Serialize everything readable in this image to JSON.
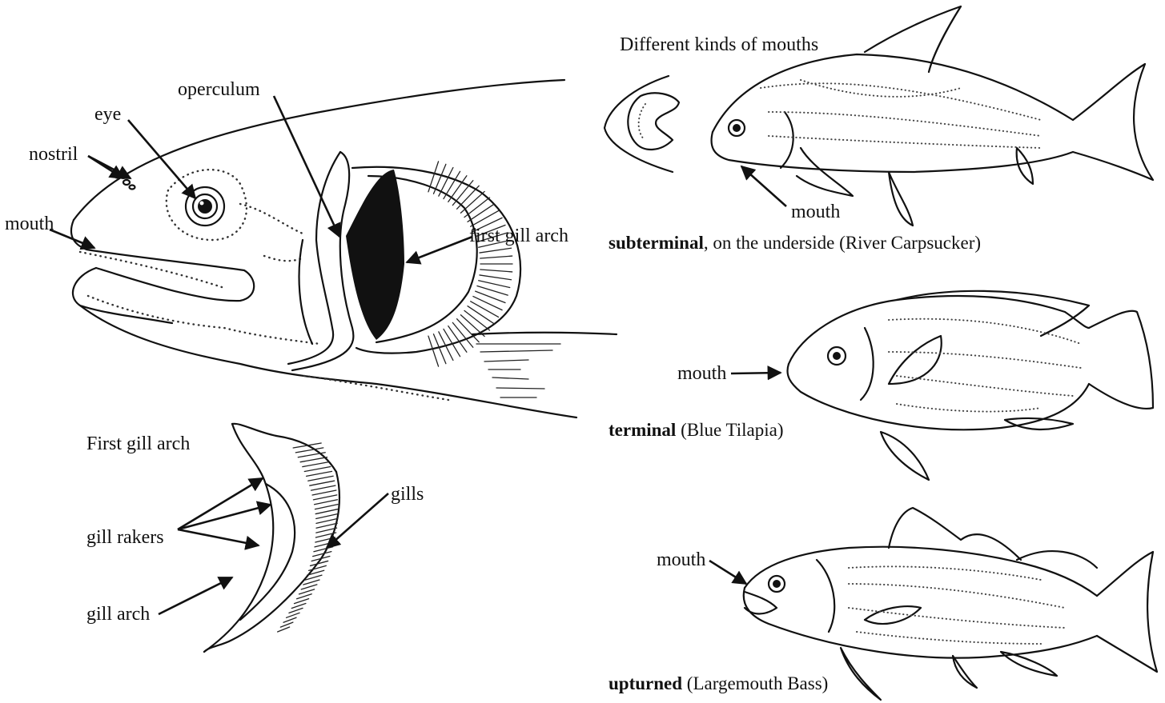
{
  "head_labels": {
    "mouth": "mouth",
    "nostril": "nostril",
    "eye": "eye",
    "operculum": "operculum",
    "first_gill_arch": "first gill arch"
  },
  "gill_arch_labels": {
    "title": "First gill arch",
    "gill_rakers": "gill rakers",
    "gills": "gills",
    "gill_arch": "gill arch"
  },
  "mouth_types": {
    "heading": "Different kinds of mouths",
    "items": [
      {
        "label": "mouth",
        "type": "subterminal",
        "description": ", on the underside (River Carpsucker)"
      },
      {
        "label": "mouth",
        "type": "terminal",
        "description": " (Blue Tilapia)"
      },
      {
        "label": "mouth",
        "type": "upturned",
        "description": " (Largemouth Bass)"
      }
    ]
  }
}
